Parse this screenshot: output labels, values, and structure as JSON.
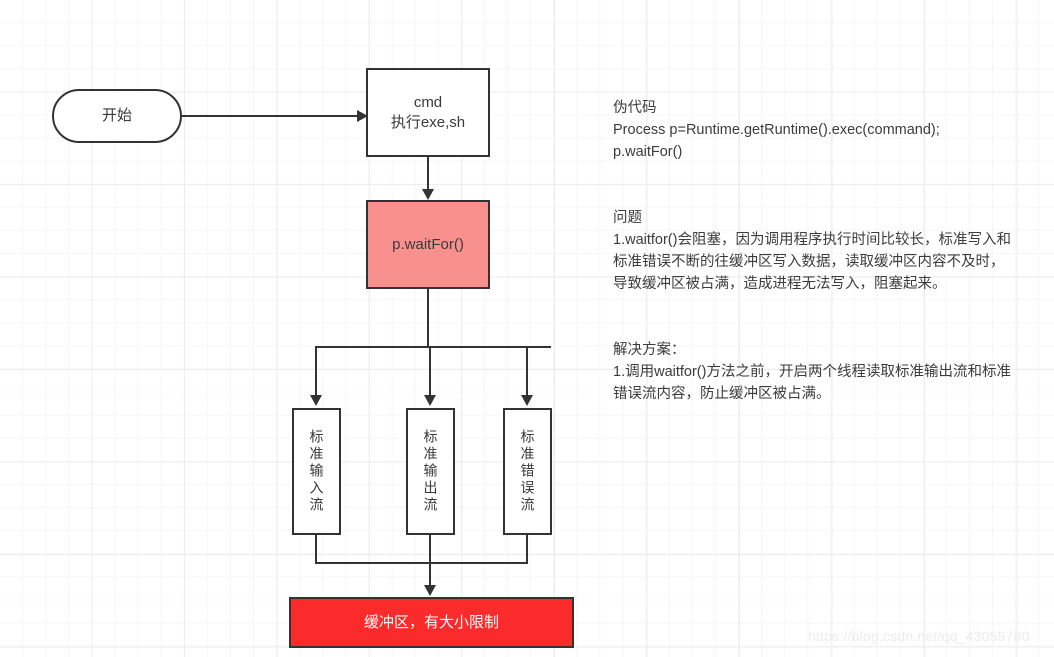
{
  "diagram": {
    "nodes": {
      "start": "开始",
      "cmd_line1": "cmd",
      "cmd_line2": "执行exe,sh",
      "wait": "p.waitFor()",
      "stream_stdin": "标准输入流",
      "stream_stdout": "标准输出流",
      "stream_stderr": "标准错误流",
      "buffer": "缓冲区，有大小限制"
    },
    "colors": {
      "node_border": "#333333",
      "node_fill": "#ffffff",
      "wait_fill": "#f8918d",
      "buffer_fill": "#fb2b2b",
      "buffer_text": "#ffffff",
      "grid_line": "#ededed",
      "text": "#3c3c3c"
    }
  },
  "notes": {
    "pseudocode": {
      "heading": "伪代码",
      "line1": "Process p=Runtime.getRuntime().exec(command);",
      "line2": "p.waitFor()"
    },
    "problem": {
      "heading": "问题",
      "body": "1.waitfor()会阻塞，因为调用程序执行时间比较长，标准写入和标准错误不断的往缓冲区写入数据，读取缓冲区内容不及时，导致缓冲区被占满，造成进程无法写入，阻塞起来。"
    },
    "solution": {
      "heading": "解决方案：",
      "body": "1.调用waitfor()方法之前，开启两个线程读取标准输出流和标准错误流内容，防止缓冲区被占满。"
    }
  },
  "watermark": "https://blog.csdn.net/qq_43059780"
}
